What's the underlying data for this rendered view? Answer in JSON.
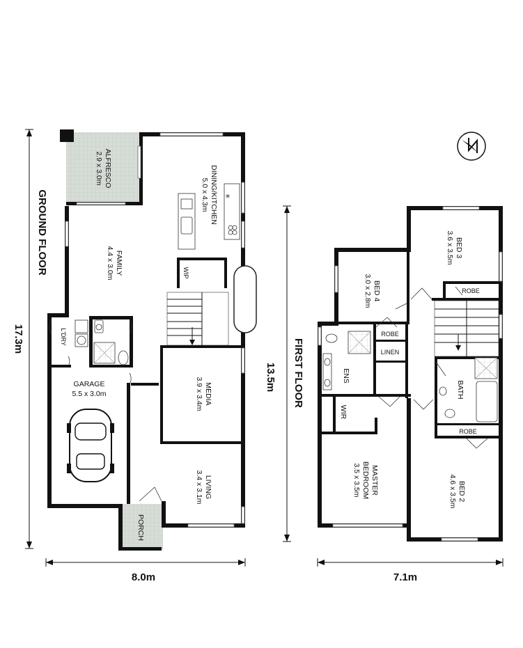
{
  "ground": {
    "floor_label": "GROUND FLOOR",
    "height_dim": "17.3m",
    "width_dim": "8.0m",
    "rooms": {
      "alfresco": {
        "name": "ALFRESCO",
        "size": "2.9 x 3.0m"
      },
      "dining": {
        "name": "DINING/KITCHEN",
        "size": "5.0 x 4.3m"
      },
      "family": {
        "name": "FAMILY",
        "size": "4.4 x 3.0m"
      },
      "wip": {
        "name": "WIP"
      },
      "garage": {
        "name": "GARAGE",
        "size": "5.5 x 3.0m"
      },
      "ldry": {
        "name": "L'DRY"
      },
      "media": {
        "name": "MEDIA",
        "size": "3.9 x 3.4m"
      },
      "living": {
        "name": "LIVING",
        "size": "3.4 x 3.1m"
      },
      "porch": {
        "name": "PORCH"
      }
    }
  },
  "first": {
    "floor_label": "FIRST FLOOR",
    "height_dim": "13.5m",
    "width_dim": "7.1m",
    "rooms": {
      "bed3": {
        "name": "BED 3",
        "size": "3.6 x 3.5m"
      },
      "bed4": {
        "name": "BED 4",
        "size": "3.0 x 2.8m"
      },
      "robe_bed3": {
        "name": "ROBE"
      },
      "robe_bed4": {
        "name": "ROBE"
      },
      "linen": {
        "name": "LINEN"
      },
      "ens": {
        "name": "ENS"
      },
      "wir": {
        "name": "WIR"
      },
      "bath": {
        "name": "BATH"
      },
      "robe_bed2": {
        "name": "ROBE"
      },
      "master": {
        "name_line1": "MASTER",
        "name_line2": "BEDROOM",
        "size": "3.5 x 3.5m"
      },
      "bed2": {
        "name": "BED 2",
        "size": "4.6 x 3.5m"
      }
    }
  },
  "north_icon": "north-arrow-icon"
}
